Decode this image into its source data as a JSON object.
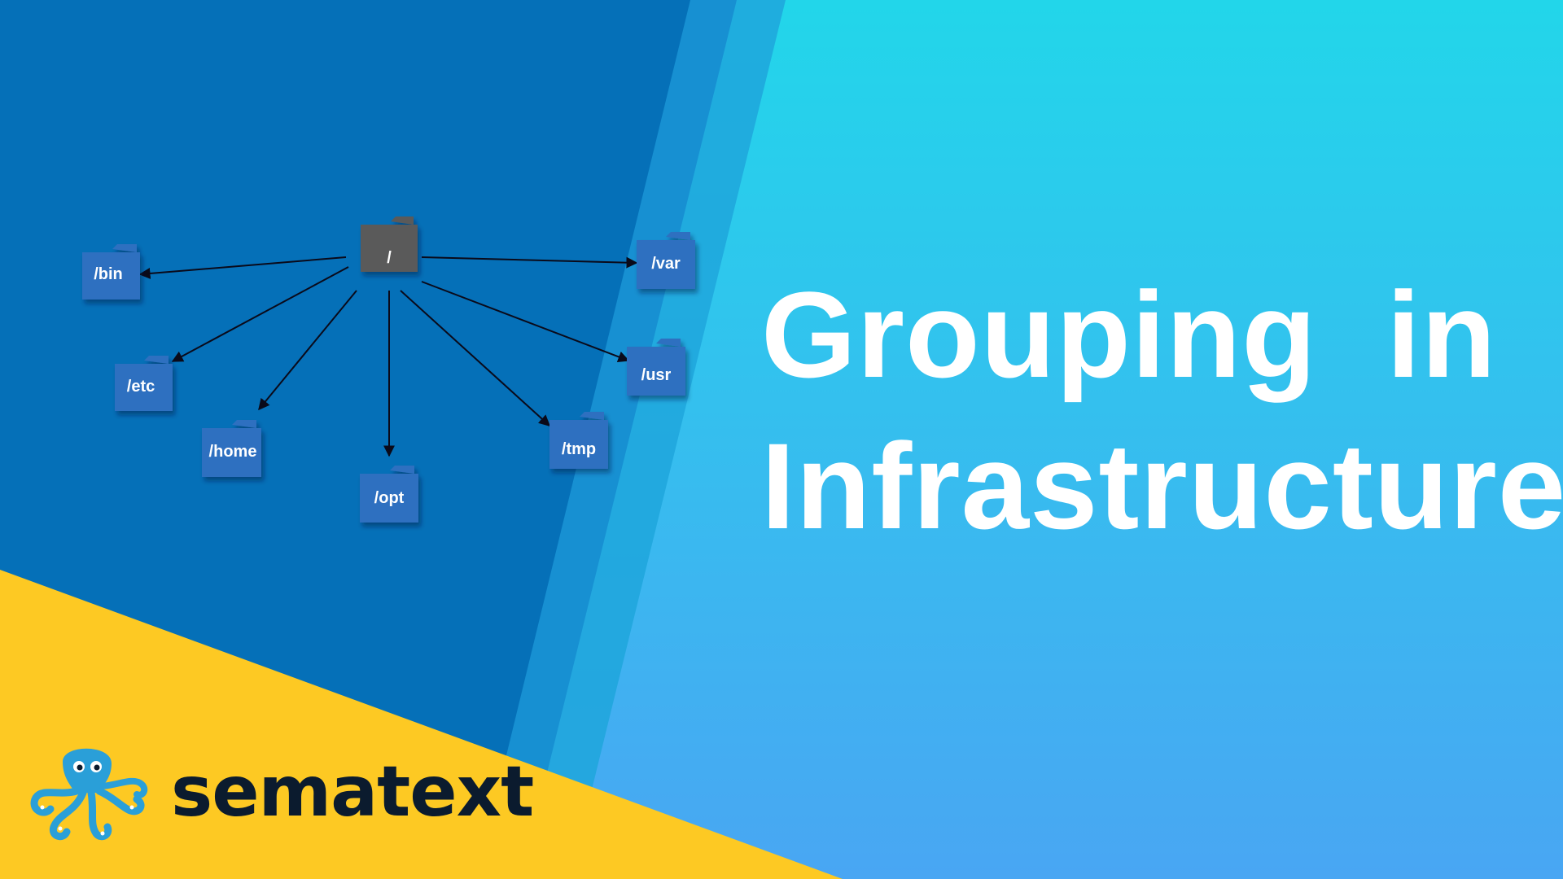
{
  "title": {
    "line1": "Grouping  in",
    "line2": "Infrastructure"
  },
  "brand": {
    "name": "sematext",
    "logo_icon": "octopus-icon",
    "logo_color": "#2a9fd8",
    "text_color": "#0b1b2e"
  },
  "colors": {
    "dark_blue": "#0570b8",
    "light_blue_top": "#22d5ea",
    "light_blue_bottom": "#47a8f2",
    "yellow": "#fdc923",
    "root_folder": "#5a5a5a",
    "child_folder": "#2d6fc0"
  },
  "diagram": {
    "root": "/",
    "children": [
      "/bin",
      "/etc",
      "/home",
      "/opt",
      "/tmp",
      "/usr",
      "/var"
    ]
  }
}
